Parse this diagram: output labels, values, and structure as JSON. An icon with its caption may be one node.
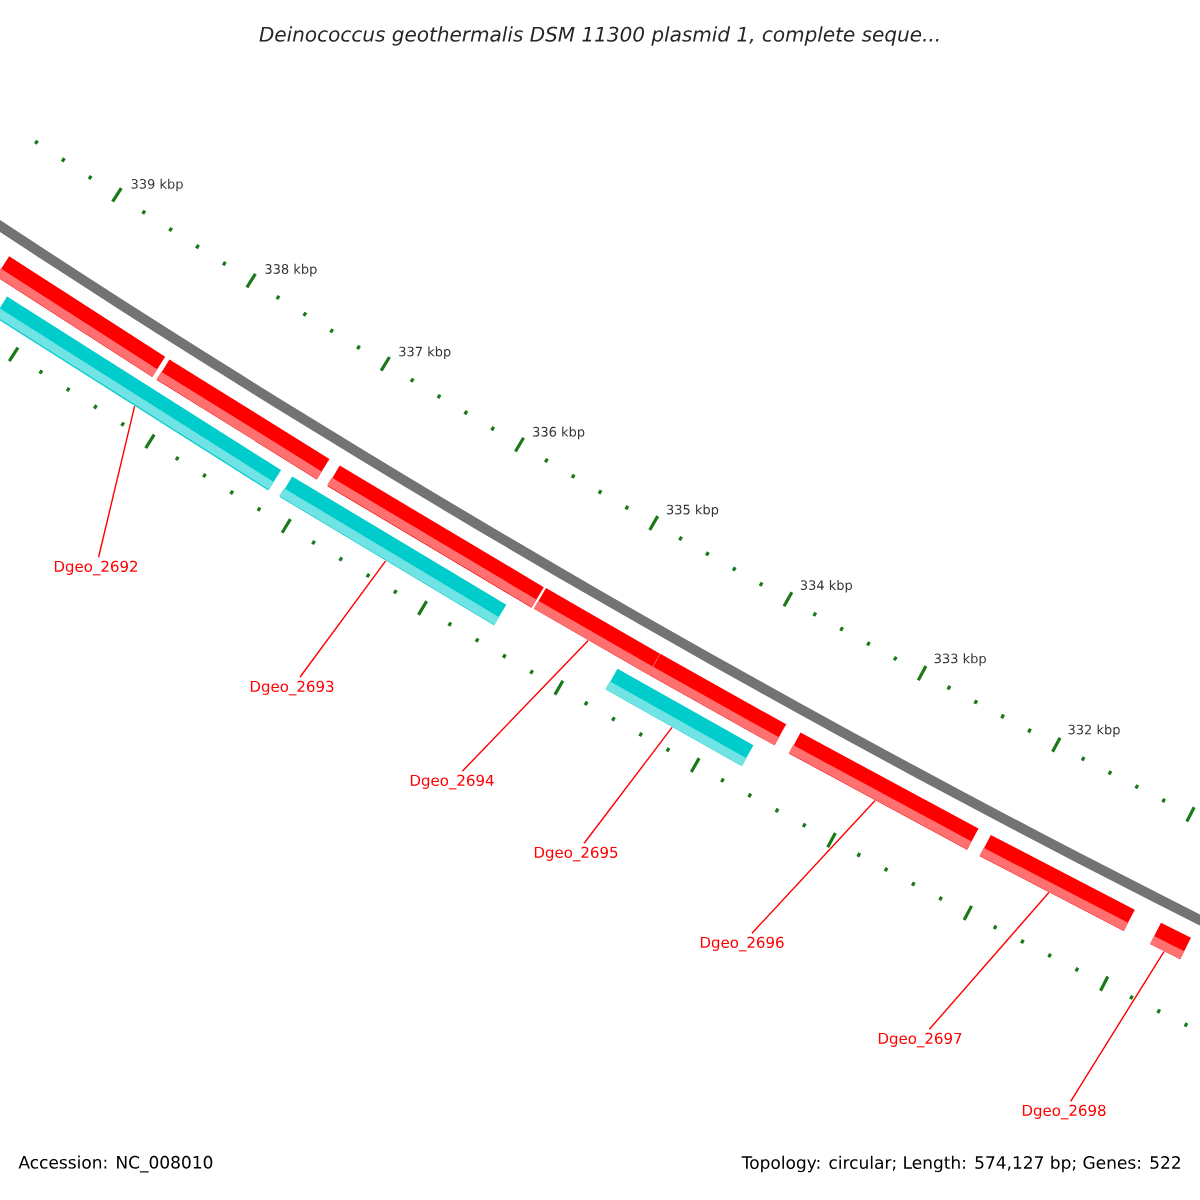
{
  "diagram": {
    "title": "Deinococcus geothermalis DSM 11300 plasmid 1, complete seque...",
    "nodes": [
      {
        "text": [],
        "shape": "bar"
      },
      {
        "text": [],
        "shape": "bar"
      },
      {
        "text": [],
        "shape": "bar"
      },
      {
        "text": [],
        "shape": "bar"
      },
      {
        "text": [],
        "shape": "bar"
      },
      {
        "text": [],
        "shape": "bar"
      },
      {
        "text": [],
        "shape": "bar"
      },
      {
        "text": [],
        "shape": "bar"
      },
      {
        "text": [],
        "shape": "bar"
      },
      {
        "text": [],
        "shape": "bar"
      },
      {
        "text": [],
        "shape": "bar"
      },
      {
        "text": [
          "Dgeo_2692"
        ]
      },
      {
        "text": [
          "Dgeo_2693"
        ]
      },
      {
        "text": [
          "Dgeo_2694"
        ]
      },
      {
        "text": [
          "Dgeo_2695"
        ]
      },
      {
        "text": [
          "Dgeo_2696"
        ]
      },
      {
        "text": [
          "Dgeo_2697"
        ]
      },
      {
        "text": [
          "Dgeo_2698"
        ]
      }
    ],
    "edges": [
      {
        "from": 11,
        "to": 0,
        "arrow": "none"
      },
      {
        "from": 12,
        "to": 3,
        "arrow": "none"
      },
      {
        "from": 13,
        "to": 5,
        "arrow": "none"
      },
      {
        "from": 14,
        "to": 6,
        "arrow": "none"
      },
      {
        "from": 15,
        "to": 8,
        "arrow": "none"
      },
      {
        "from": 16,
        "to": 9,
        "arrow": "none"
      },
      {
        "from": 17,
        "to": 10,
        "arrow": "none"
      }
    ],
    "labels": [
      "339 kbp",
      "338 kbp",
      "337 kbp",
      "336 kbp",
      "335 kbp",
      "334 kbp",
      "333 kbp",
      "332 kbp",
      "Accession: NC_008010",
      "Topology: circular; Length: 574,127 bp; Genes: 522"
    ]
  }
}
